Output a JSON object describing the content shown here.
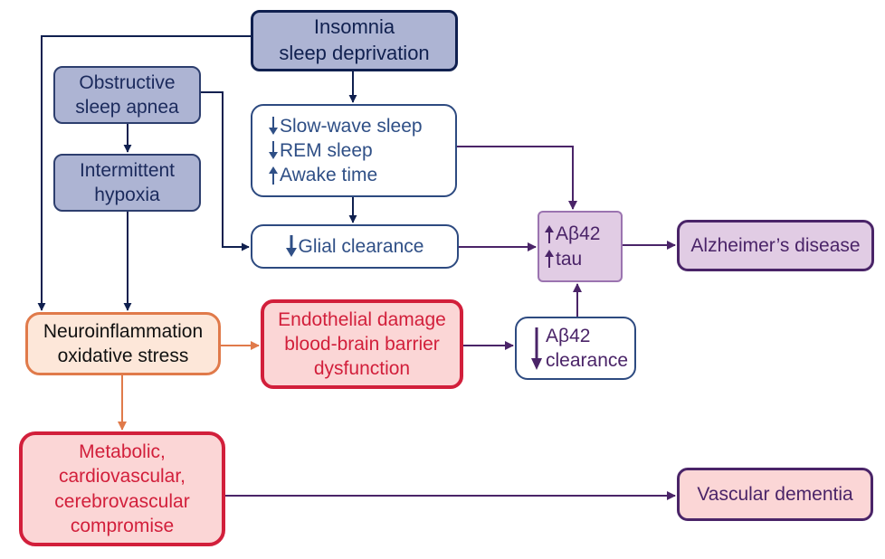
{
  "colors": {
    "navy": "#10204f",
    "blue": "#2d4a80",
    "purple": "#4a2468",
    "orange": "#e07a4a",
    "red": "#d21f3b"
  },
  "nodes": {
    "insomnia": {
      "lines": [
        "Insomnia",
        "sleep deprivation"
      ]
    },
    "osa": {
      "lines": [
        "Obstructive",
        "sleep apnea"
      ]
    },
    "hypoxia": {
      "lines": [
        "Intermittent",
        "hypoxia"
      ]
    },
    "sleep_stages": {
      "items": [
        {
          "arrow": "down",
          "text": "Slow-wave sleep"
        },
        {
          "arrow": "down",
          "text": "REM sleep"
        },
        {
          "arrow": "up",
          "text": "Awake time"
        }
      ]
    },
    "glial": {
      "arrow": "down",
      "text": "Glial clearance"
    },
    "ab_tau": {
      "items": [
        {
          "arrow": "up",
          "text": "Aβ42"
        },
        {
          "arrow": "up",
          "text": "tau"
        }
      ]
    },
    "alzheimers": {
      "lines": [
        "Alzheimer’s disease"
      ]
    },
    "neuroinflammation": {
      "lines": [
        "Neuroinflammation",
        "oxidative stress"
      ]
    },
    "endothelial": {
      "lines": [
        "Endothelial damage",
        "blood-brain barrier",
        "dysfunction"
      ]
    },
    "ab_clearance": {
      "arrow": "down",
      "lines": [
        "Aβ42",
        "clearance"
      ]
    },
    "metabolic": {
      "lines": [
        "Metabolic,",
        "cardiovascular,",
        "cerebrovascular",
        "compromise"
      ]
    },
    "vascular_dementia": {
      "lines": [
        "Vascular dementia"
      ]
    }
  },
  "edges": [
    {
      "from": "insomnia",
      "to": "sleep_stages",
      "color": "navy"
    },
    {
      "from": "insomnia",
      "to": "neuroinflammation",
      "color": "navy"
    },
    {
      "from": "osa",
      "to": "hypoxia",
      "color": "navy"
    },
    {
      "from": "osa",
      "to": "glial",
      "color": "navy"
    },
    {
      "from": "hypoxia",
      "to": "neuroinflammation",
      "color": "navy"
    },
    {
      "from": "sleep_stages",
      "to": "glial",
      "color": "navy"
    },
    {
      "from": "sleep_stages",
      "to": "ab_tau",
      "color": "purple"
    },
    {
      "from": "glial",
      "to": "ab_tau",
      "color": "purple"
    },
    {
      "from": "ab_tau",
      "to": "alzheimers",
      "color": "purple"
    },
    {
      "from": "neuroinflammation",
      "to": "endothelial",
      "color": "orange"
    },
    {
      "from": "neuroinflammation",
      "to": "metabolic",
      "color": "orange"
    },
    {
      "from": "endothelial",
      "to": "ab_clearance",
      "color": "purple"
    },
    {
      "from": "ab_clearance",
      "to": "ab_tau",
      "color": "purple"
    },
    {
      "from": "metabolic",
      "to": "vascular_dementia",
      "color": "purple"
    }
  ]
}
